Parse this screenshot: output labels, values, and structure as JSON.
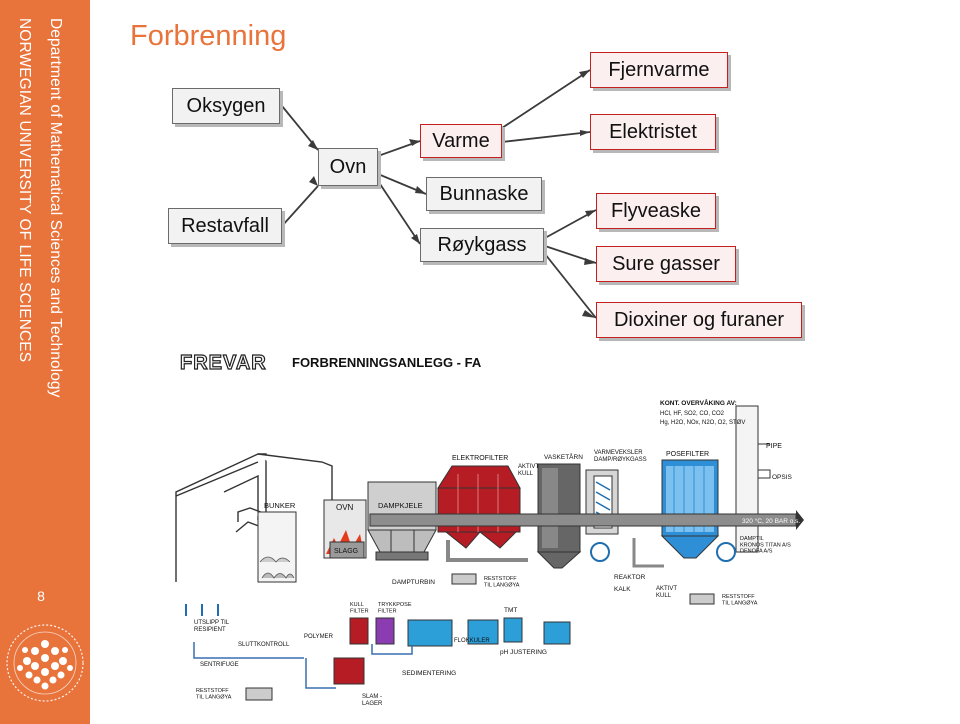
{
  "sidebar": {
    "university": "NORWEGIAN UNIVERSITY OF LIFE SCIENCES",
    "department": "Department of Mathematical Sciences and Technology",
    "page_number": "8",
    "color": "#e8743c"
  },
  "slide": {
    "title": "Forbrenning"
  },
  "flow": {
    "inputs": [
      "Oksygen",
      "Restavfall"
    ],
    "furnace": "Ovn",
    "outputs": [
      "Varme",
      "Bunnaske",
      "Røykgass"
    ],
    "heat_outputs": [
      "Fjernvarme",
      "Elektristet"
    ],
    "gas_outputs": [
      "Flyveaske",
      "Sure gasser",
      "Dioxiner og furaner"
    ],
    "colors": {
      "box_fill": "#f2f2f2",
      "highlight_border": "#c42020"
    }
  },
  "plant_diagram": {
    "brand": "FREVAR",
    "heading": "FORBRENNINGSANLEGG - FA",
    "monitoring_title": "KONT. OVERVÅKING AV:",
    "monitoring_line1": "HCl, HF, SO2, CO, CO2",
    "monitoring_line2": "Hg, H2O, NOx, N2O, O2, STØV",
    "pipe": "PIPE",
    "opsis": "OPSIS",
    "temperature": "320 °C, 20 BAR o.s.",
    "electrofilter": "ELEKTROFILTER",
    "active_coal": "AKTIVT\nKULL",
    "scrubber": "VASKETÅRN",
    "heat_exchanger": "VARMEVEKSLER\nDAMP/RØYKGASS",
    "bag_filter": "POSEFILTER",
    "bunker": "BUNKER",
    "ovn": "OVN",
    "boiler": "DAMPKJELE",
    "slag": "SLAGG",
    "steam_turbine": "DAMPTURBIN",
    "residue_landfill": "RESTSTOFF\nTIL LANGØYA",
    "reactor": "REAKTOR",
    "lime": "KALK",
    "active_coal2": "AKTIVT\nKULL",
    "residue_landfill2": "RESTSTOFF\nTIL LANGØYA",
    "steam_to": "DAMPTIL\nKRONOS TITAN A/S\nDENOFA A/S",
    "discharge": "UTSLIPP TIL\nRESIPIENT",
    "final_control": "SLUTTKONTROLL",
    "polymer": "POLYMER",
    "coal_filter": "KULL\nFILTER",
    "pressure_filter": "TRYKKPOSE\nFILTER",
    "tmt": "TMT",
    "flocculation": "FLOKKULER",
    "ph_adjust": "pH JUSTERING",
    "sedimentation": "SEDIMENTERING",
    "centrifuge": "SENTRIFUGE",
    "residue_landfill3": "RESTSTOFF\nTIL LANGØYA",
    "sludge": "SLAM -\nLAGER"
  }
}
